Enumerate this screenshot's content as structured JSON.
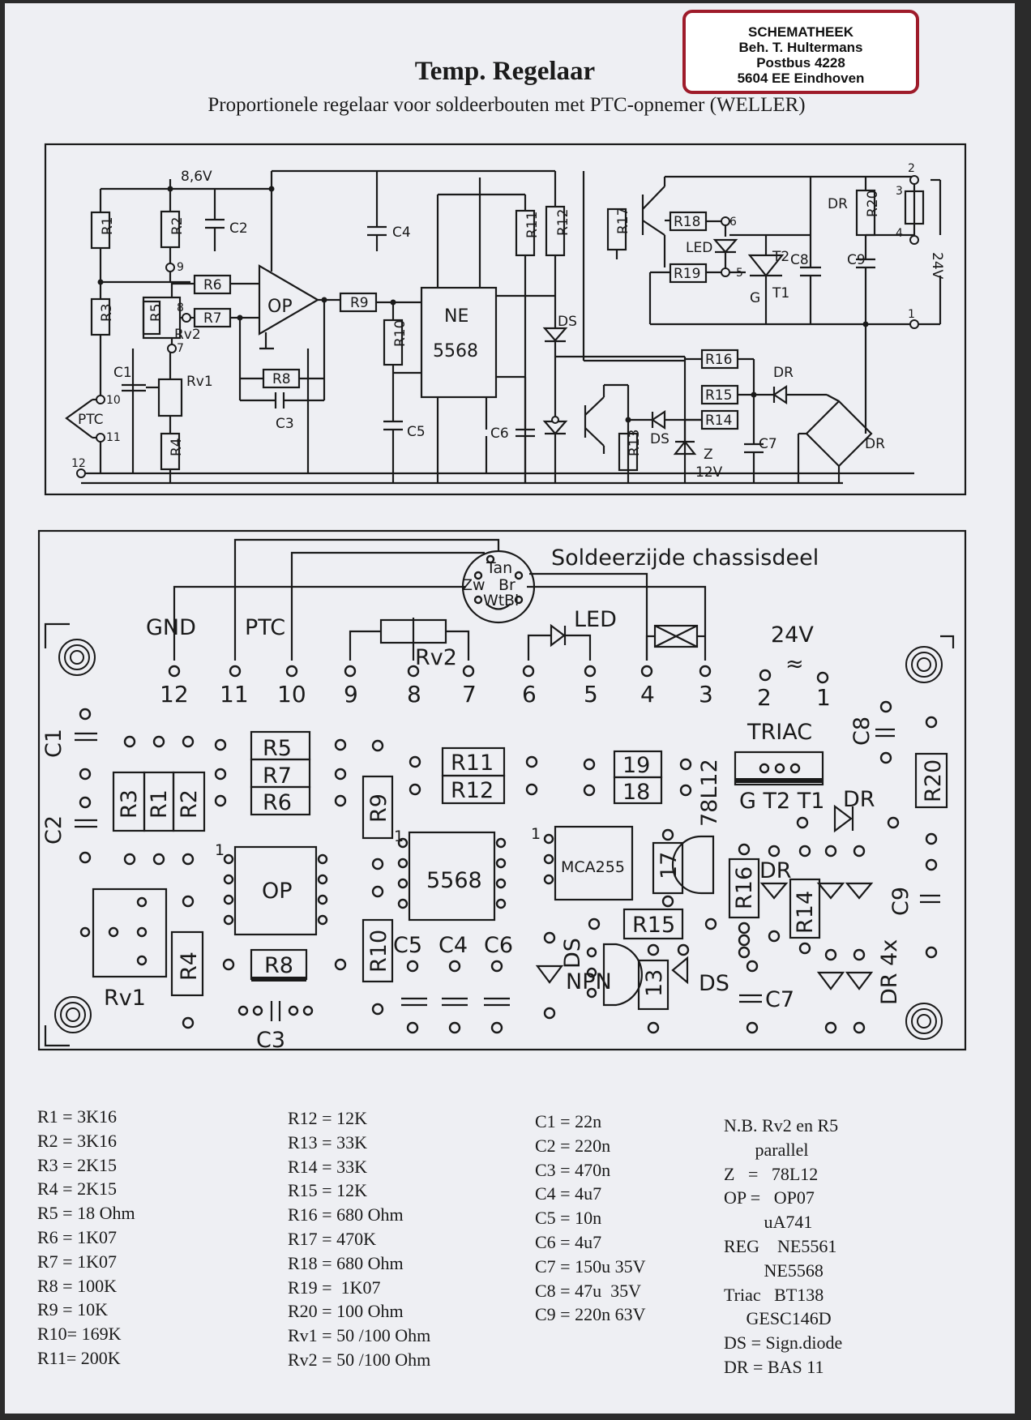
{
  "stamp": {
    "line1": "SCHEMATHEEK",
    "line2": "Beh. T. Hultermans",
    "line3": "Postbus 4228",
    "line4": "5604 EE  Eindhoven"
  },
  "title": "Temp. Regelaar",
  "subtitle": "Proportionele regelaar voor soldeerbouten met PTC-opnemer (WELLER)",
  "schematic": {
    "voltage": "8,6V",
    "opamp": "OP",
    "ic_line1": "NE",
    "ic_line2": "5568",
    "labels": {
      "R1": "R1",
      "R2": "R2",
      "R3": "R3",
      "R4": "R4",
      "R5": "R5",
      "R6": "R6",
      "R7": "R7",
      "R8": "R8",
      "R9": "R9",
      "R10": "R10",
      "R11": "R11",
      "R12": "R12",
      "R13": "R13",
      "R14": "R14",
      "R15": "R15",
      "R16": "R16",
      "R17": "R17",
      "R18": "R18",
      "R19": "R19",
      "R20": "R20",
      "C1": "C1",
      "C2": "C2",
      "C3": "C3",
      "C4": "C4",
      "C5": "C5",
      "C6": "C6",
      "C7": "C7",
      "C8": "C8",
      "C9": "C9",
      "Rv1": "Rv1",
      "Rv2": "Rv2",
      "PTC": "PTC",
      "LED": "LED",
      "DS": "DS",
      "DR": "DR",
      "Z": "Z",
      "Z_voltage": "12V",
      "T1": "T1",
      "T2": "T2",
      "G": "G",
      "supply": "24V"
    },
    "pins": [
      "1",
      "2",
      "3",
      "4",
      "5",
      "6",
      "7",
      "8",
      "9",
      "10",
      "11",
      "12"
    ]
  },
  "layout_panel": {
    "title": "Soldeerzijde chassisdeel",
    "connector": {
      "tan": "Tan",
      "zw": "Zw",
      "br": "Br",
      "wt": "Wt",
      "bl": "Bl"
    },
    "top_labels": {
      "gnd": "GND",
      "ptc": "PTC",
      "rv2": "Rv2",
      "led": "LED",
      "v24": "24V",
      "ac": "≈"
    },
    "pin_numbers": [
      "12",
      "11",
      "10",
      "9",
      "8",
      "7",
      "6",
      "5",
      "4",
      "3",
      "2",
      "1"
    ],
    "components": {
      "triac": "TRIAC",
      "triac_pins": "G T2 T1",
      "reg": "78L12",
      "mca": "MCA255",
      "ic": "5568",
      "op": "OP",
      "npn": "NPN",
      "dr4x": "DR 4x",
      "n19": "19",
      "n18": "18",
      "n17": "17",
      "n13": "13"
    }
  },
  "parts_list": {
    "col1": [
      "R1 = 3K16",
      "R2 = 3K16",
      "R3 = 2K15",
      "R4 = 2K15",
      "R5 = 18 Ohm",
      "R6 = 1K07",
      "R7 = 1K07",
      "R8 = 100K",
      "R9 = 10K",
      "R10= 169K",
      "R11= 200K"
    ],
    "col2": [
      "R12 = 12K",
      "R13 = 33K",
      "R14 = 33K",
      "R15 = 12K",
      "R16 = 680 Ohm",
      "R17 = 470K",
      "R18 = 680 Ohm",
      "R19 =  1K07",
      "R20 = 100 Ohm",
      "Rv1 = 50 /100 Ohm",
      "Rv2 = 50 /100 Ohm"
    ],
    "col3": [
      "C1 = 22n",
      "C2 = 220n",
      "C3 = 470n",
      "C4 = 4u7",
      "C5 = 10n",
      "C6 = 4u7",
      "C7 = 150u 35V",
      "C8 = 47u  35V",
      "C9 = 220n 63V"
    ],
    "col4": [
      "N.B. Rv2 en R5",
      "       parallel",
      "Z   =   78L12",
      "OP =   OP07",
      "         uA741",
      "REG    NE5561",
      "         NE5568",
      "Triac   BT138",
      "     GESC146D",
      "DS = Sign.diode",
      "DR = BAS 11"
    ]
  }
}
